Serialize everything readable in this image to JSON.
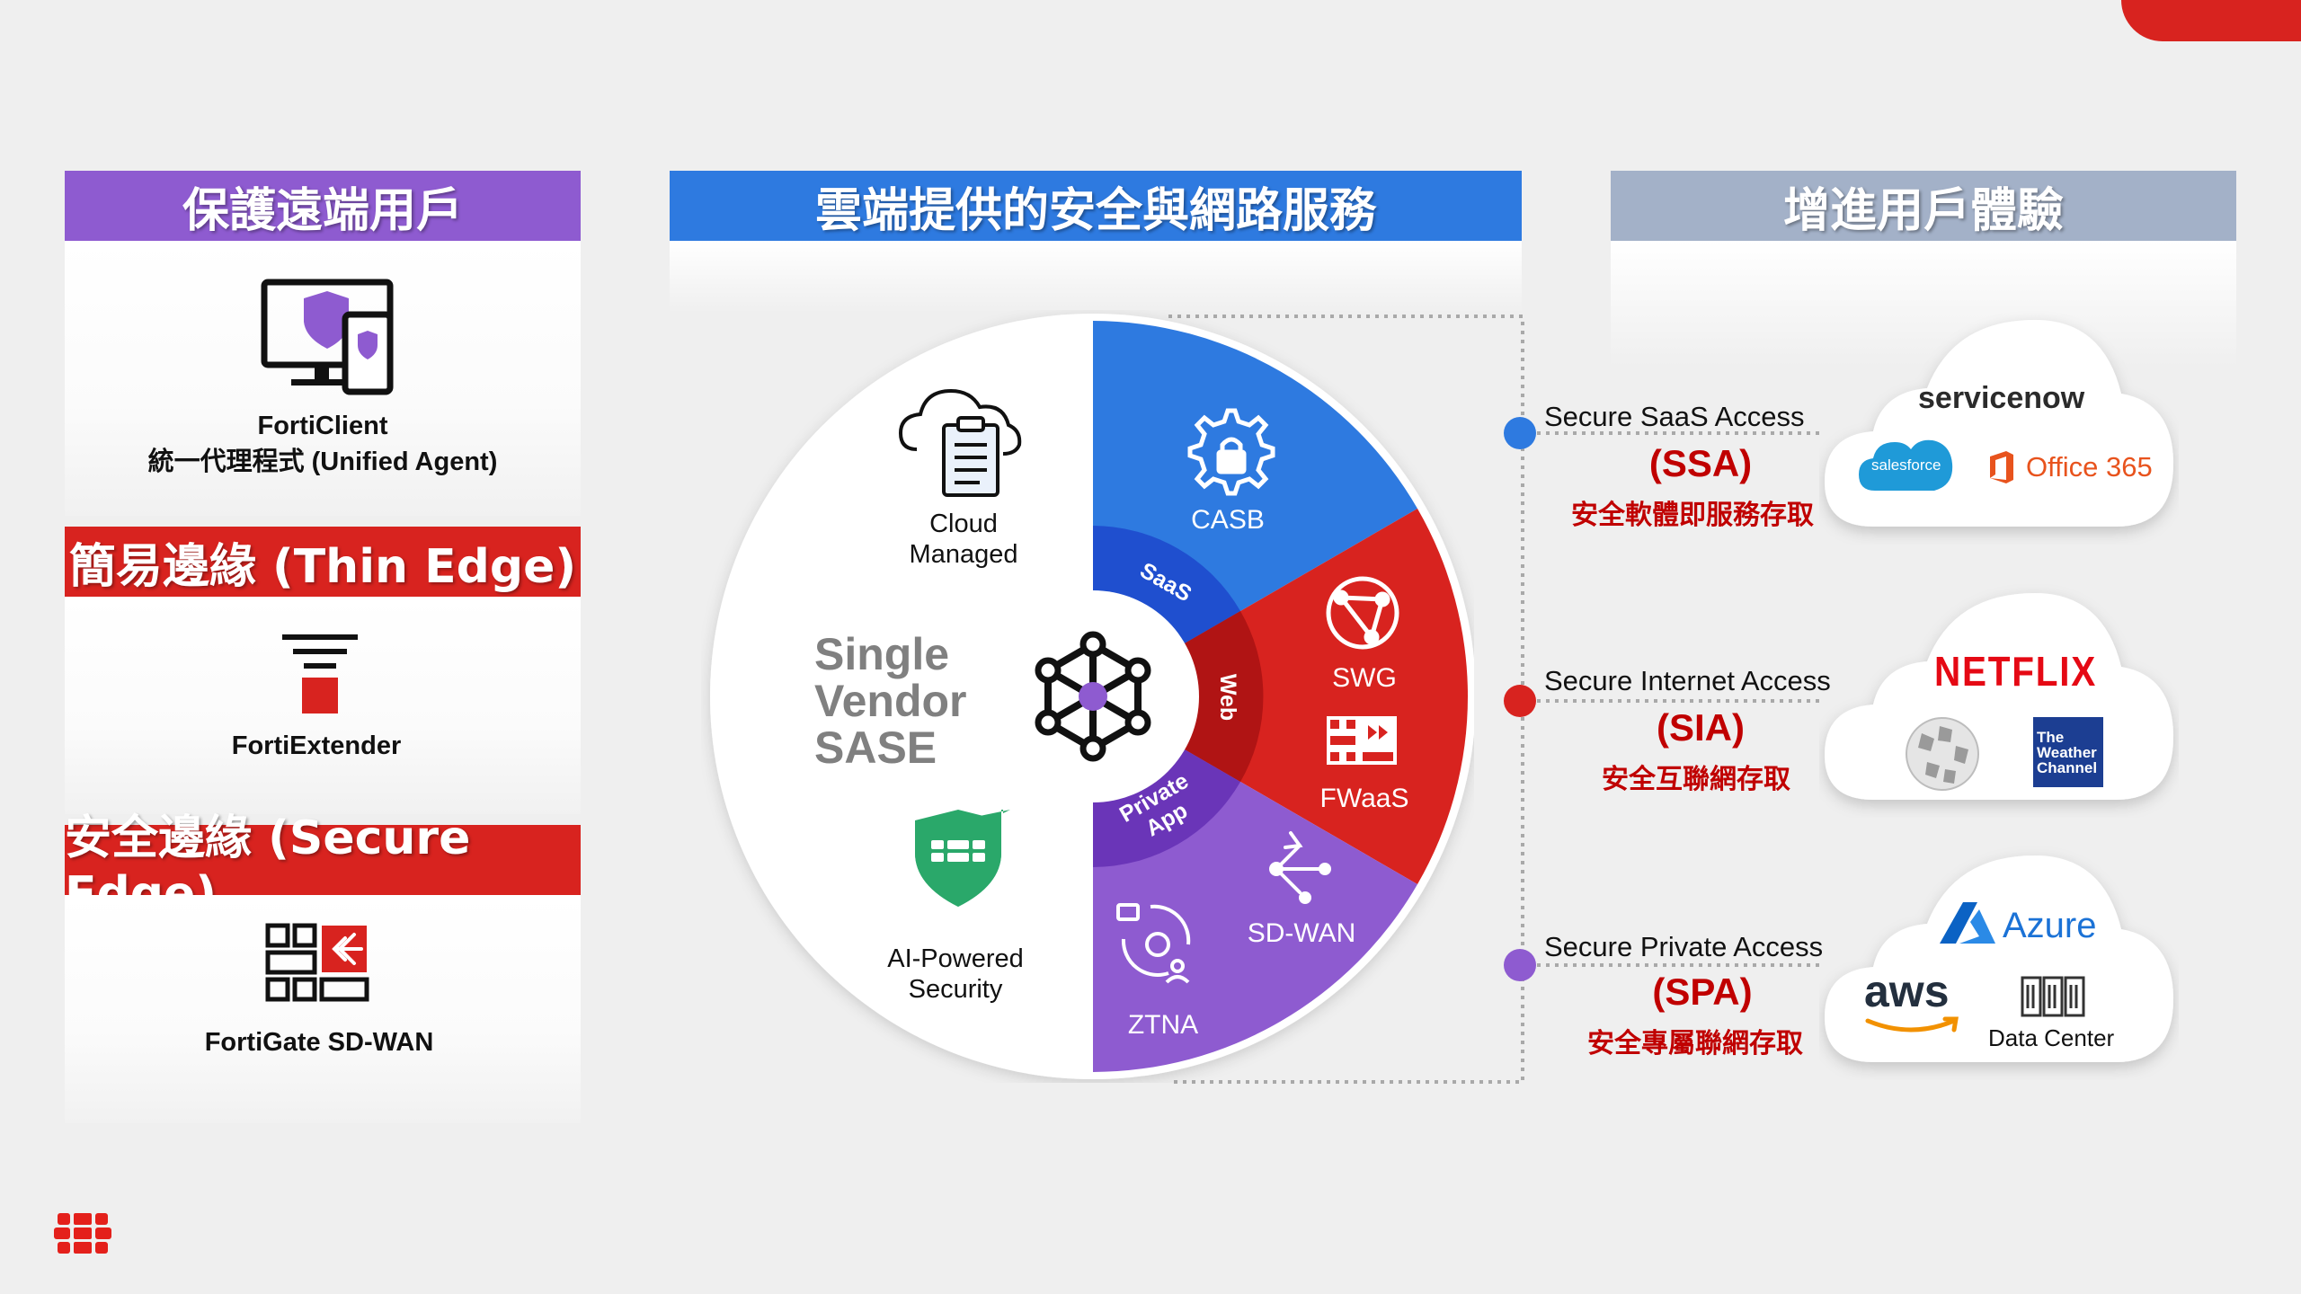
{
  "colors": {
    "red": "#d8231f",
    "purple": "#8e5bd0",
    "blue": "#2e7ae0",
    "gray_header": "#a3b1c8",
    "dark_red": "#c00000",
    "dark_purple": "#6a35b8",
    "dark_blue": "#1f4fcf"
  },
  "left": {
    "protect": {
      "header": "保護遠端用戶",
      "product_name": "FortiClient",
      "product_desc": "統一代理程式 (Unified Agent)",
      "icon": "devices-shield-icon"
    },
    "thin_edge": {
      "header": "簡易邊緣 (Thin Edge)",
      "product_name": "FortiExtender",
      "icon": "extender-icon"
    },
    "secure_edge": {
      "header": "安全邊緣 (Secure Edge)",
      "product_name": "FortiGate SD-WAN",
      "icon": "sdwan-grid-icon"
    }
  },
  "center": {
    "header": "雲端提供的安全與網路服務",
    "sase_title": [
      "Single",
      "Vendor",
      "SASE"
    ],
    "cloud_managed": "Cloud Managed",
    "ai_security": "AI-Powered Security",
    "wedges": {
      "casb": "CASB",
      "swg": "SWG",
      "fwaas": "FWaaS",
      "sdwan": "SD-WAN",
      "ztna": "ZTNA"
    },
    "ring": {
      "saas": "SaaS",
      "web": "Web",
      "private_app": "Private App"
    }
  },
  "right": {
    "header": "增進用戶體驗",
    "ssa": {
      "label": "Secure SaaS Access",
      "abbr": "(SSA)",
      "zh": "安全軟體即服務存取",
      "logos": [
        "servicenow",
        "salesforce",
        "Office 365"
      ]
    },
    "sia": {
      "label": "Secure Internet Access",
      "abbr": "(SIA)",
      "zh": "安全互聯網存取",
      "logos": [
        "NETFLIX",
        "wikipedia-globe",
        "The Weather Channel"
      ]
    },
    "spa": {
      "label": "Secure Private Access",
      "abbr": "(SPA)",
      "zh": "安全專屬聯網存取",
      "logos": [
        "Azure",
        "aws",
        "Data Center"
      ]
    },
    "logo_text": {
      "servicenow": "servicenow",
      "salesforce": "salesforce",
      "office365": "Office 365",
      "netflix": "NETFLIX",
      "weather": [
        "The",
        "Weather",
        "Channel"
      ],
      "azure": "Azure",
      "aws": "aws",
      "datacenter": "Data Center"
    }
  }
}
